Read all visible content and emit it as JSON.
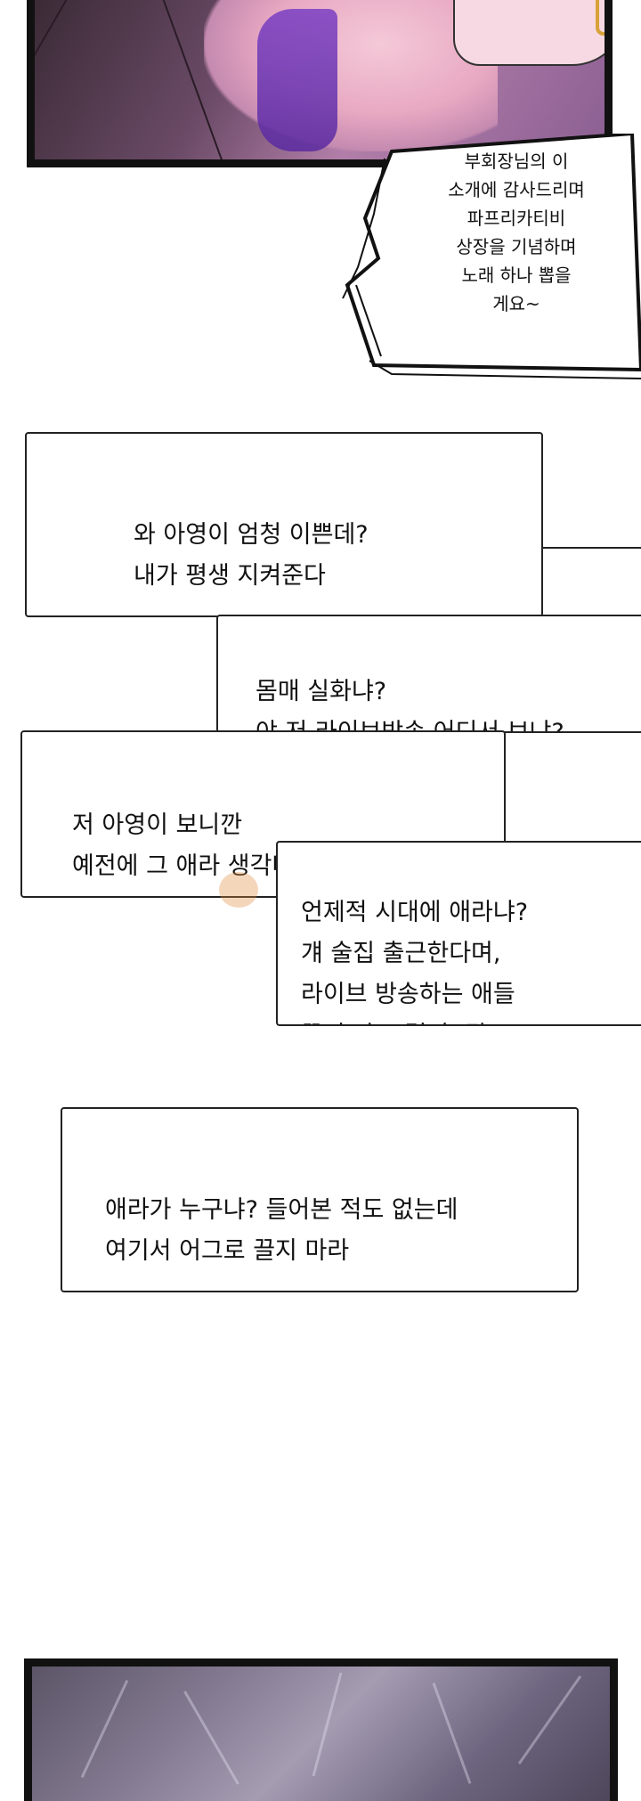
{
  "burst_bubble": {
    "text": "부회장님의 이\n소개에 감사드리며\n파프리카티비\n상장을 기념하며\n노래 하나 뽑을\n게요~"
  },
  "chat_boxes": [
    {
      "text": "와 아영이 엄청 이쁜데?\n내가 평생 지켜준다"
    },
    {
      "text": "몸매 실화냐?\n야 저 라이브방송 어디서 보냐?"
    },
    {
      "text": "저 아영이 보니깐\n예전에 그 애라 생각나네…"
    },
    {
      "text": "언제적 시대에 애라냐?\n걔 술집 출근한다며,\n라이브 방송하는 애들\n끝이 다 그렇지. 뭐~"
    },
    {
      "text": "애라가 누구냐? 들어본 적도 없는데\n여기서 어그로 끌지 마라"
    }
  ],
  "colors": {
    "panel_border": "#111111",
    "watermark": "#e5a43a"
  }
}
